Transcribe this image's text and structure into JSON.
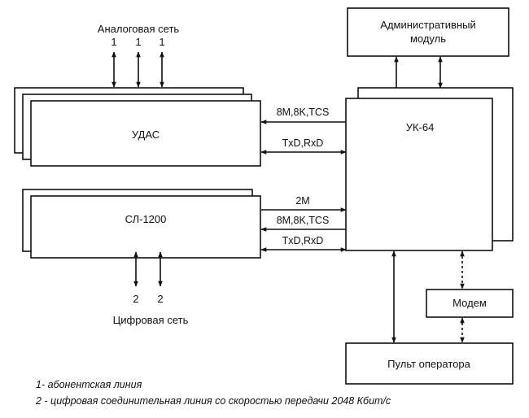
{
  "analog_network": {
    "caption": "Аналоговая сеть",
    "line_labels": [
      "1",
      "1",
      "1"
    ]
  },
  "digital_network": {
    "caption": "Цифровая сеть",
    "line_labels": [
      "2",
      "2"
    ]
  },
  "blocks": {
    "udas": "УДАС",
    "sl1200": "СЛ-1200",
    "uk64": "УК-64",
    "admin_line1": "Административный",
    "admin_line2": "модуль",
    "modem": "Модем",
    "operator_console": "Пульт оператора"
  },
  "signals": {
    "udas_clock": "8M,8K,TCS",
    "udas_data": "TxD,RxD",
    "sl_2m": "2M",
    "sl_clock": "8M,8K,TCS",
    "sl_data": "TxD,RxD"
  },
  "legend": {
    "note1": "1- абонентская линия",
    "note2": "2 - цифровая соединительная линия со скоростью передачи 2048 Кбит/с"
  }
}
